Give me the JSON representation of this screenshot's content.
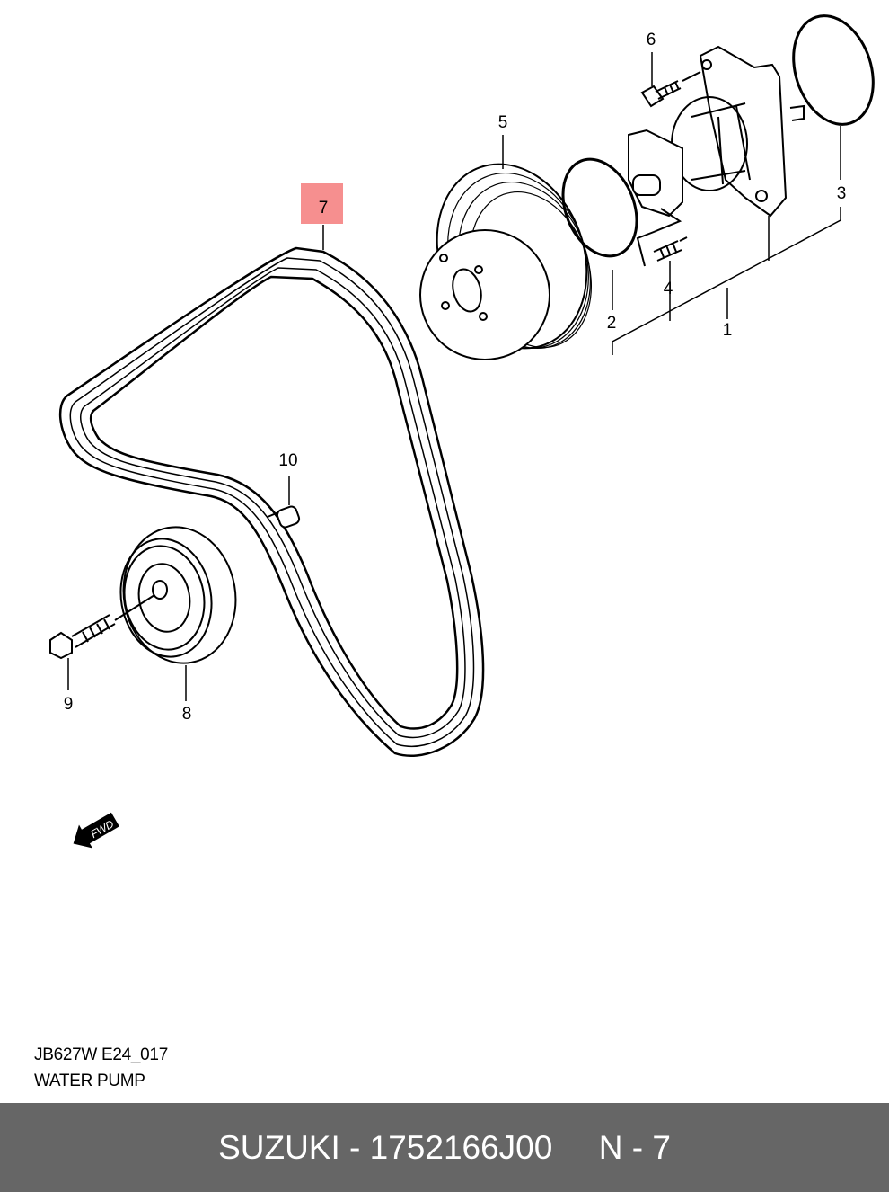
{
  "diagram": {
    "callouts": {
      "c1": "1",
      "c2": "2",
      "c3": "3",
      "c4": "4",
      "c5": "5",
      "c6": "6",
      "c7": "7",
      "c8": "8",
      "c9": "9",
      "c10": "10"
    },
    "fwd_label": "FWD",
    "highlight_color": "#f47b7b"
  },
  "caption": {
    "code": "JB627W E24_017",
    "title": "WATER PUMP"
  },
  "footer": {
    "brand": "SUZUKI",
    "part_number": "1752166J00",
    "position": "N - 7",
    "separator": " - "
  }
}
